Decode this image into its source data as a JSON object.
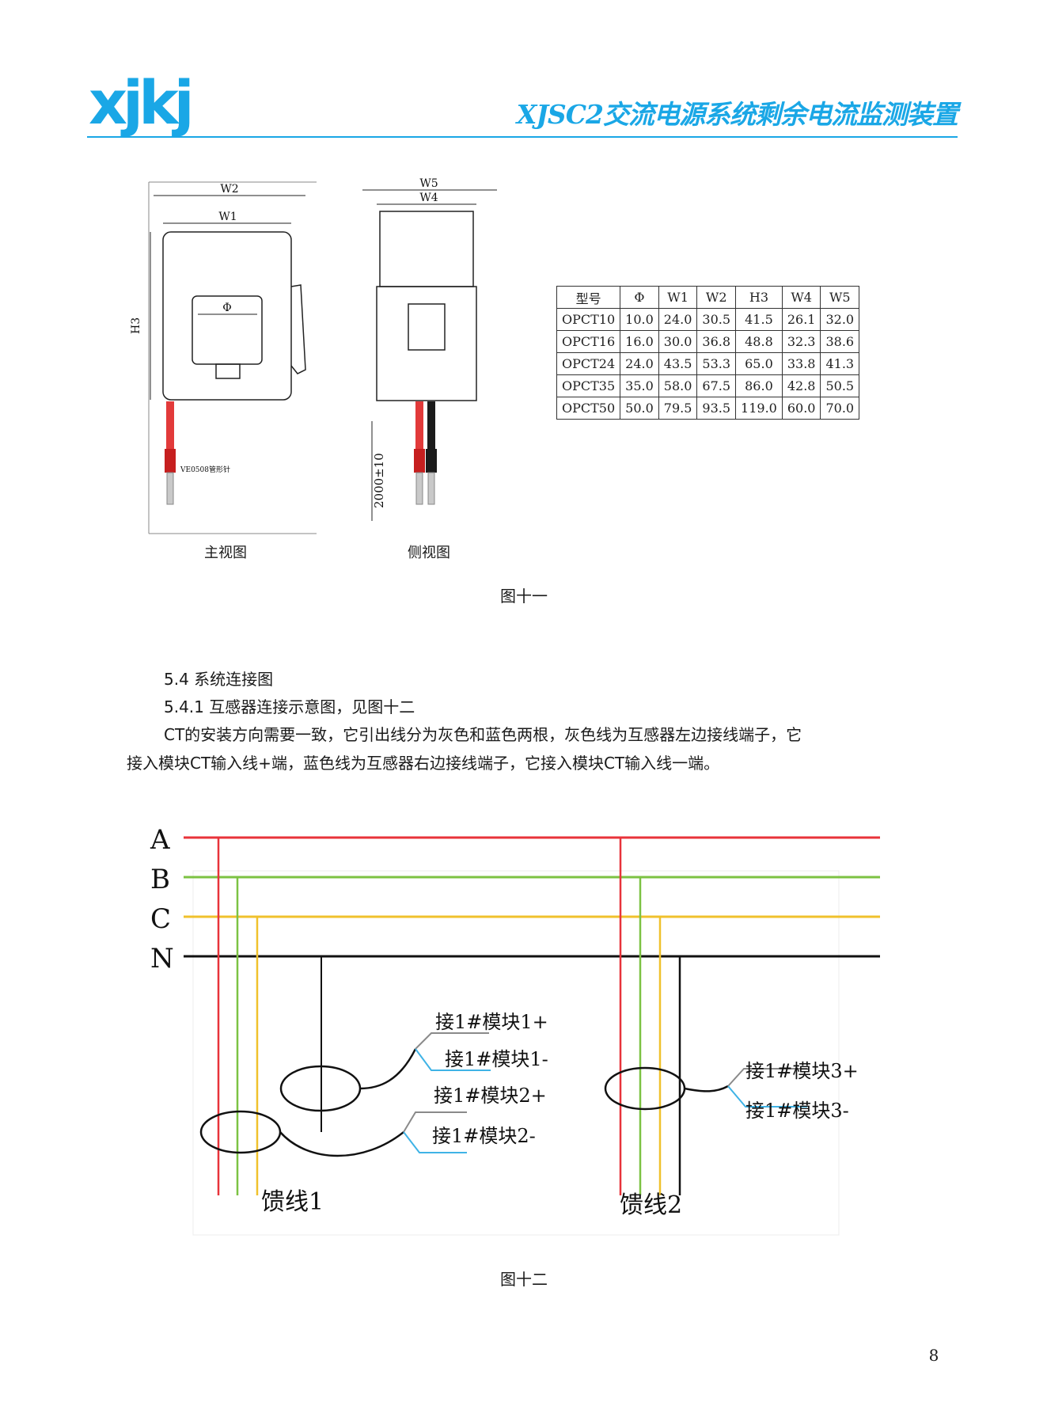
{
  "header": {
    "logo_text": "xjkj",
    "title": "XJSC2交流电源系统剩余电流监测装置",
    "accent_color": "#1aa7e6"
  },
  "figure11": {
    "labels": {
      "w1": "W1",
      "w2": "W2",
      "h3": "H3",
      "phi": "Φ",
      "w4": "W4",
      "w5": "W5",
      "pin_note": "VE0508管形针",
      "cable_length": "2000±10"
    },
    "view_main": "主视图",
    "view_side": "侧视图",
    "caption": "图十一",
    "table": {
      "headers": [
        "型号",
        "Φ",
        "W1",
        "W2",
        "H3",
        "W4",
        "W5"
      ],
      "rows": [
        [
          "OPCT10",
          "10.0",
          "24.0",
          "30.5",
          "41.5",
          "26.1",
          "32.0"
        ],
        [
          "OPCT16",
          "16.0",
          "30.0",
          "36.8",
          "48.8",
          "32.3",
          "38.6"
        ],
        [
          "OPCT24",
          "24.0",
          "43.5",
          "53.3",
          "65.0",
          "33.8",
          "41.3"
        ],
        [
          "OPCT35",
          "35.0",
          "58.0",
          "67.5",
          "86.0",
          "42.8",
          "50.5"
        ],
        [
          "OPCT50",
          "50.0",
          "79.5",
          "93.5",
          "119.0",
          "60.0",
          "70.0"
        ]
      ]
    }
  },
  "section": {
    "heading": "5.4 系统连接图",
    "subheading": "5.4.1 互感器连接示意图，见图十二",
    "para_line1": "CT的安装方向需要一致，它引出线分为灰色和蓝色两根，灰色线为互感器左边接线端子，它",
    "para_line2": "接入模块CT输入线+端，蓝色线为互感器右边接线端子，它接入模块CT输入线一端。"
  },
  "figure12": {
    "phases": [
      "A",
      "B",
      "C",
      "N"
    ],
    "phase_colors": {
      "A": "#e8333a",
      "B": "#7cc243",
      "C": "#f0c12c",
      "N": "#111111",
      "gray": "#8a8a8a",
      "blue": "#3fb3e6"
    },
    "terminals": {
      "m1_plus": "接1#模块1+",
      "m1_minus": "接1#模块1-",
      "m2_plus": "接1#模块2+",
      "m2_minus": "接1#模块2-",
      "m3_plus": "接1#模块3+",
      "m3_minus": "接1#模块3-"
    },
    "feeder1": "馈线1",
    "feeder2": "馈线2",
    "caption": "图十二"
  },
  "page_number": "8"
}
